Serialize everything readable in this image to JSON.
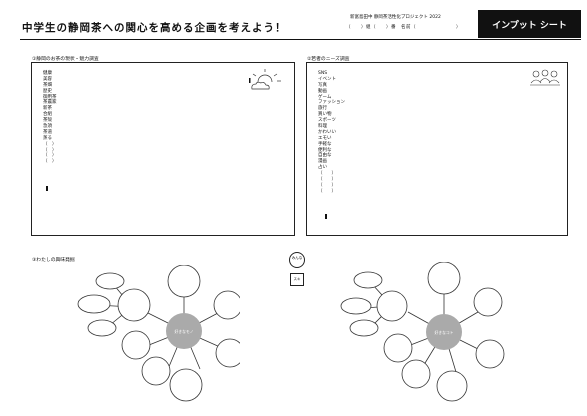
{
  "header": {
    "title": "中学生の静岡茶への関心を高める企画を考えよう！",
    "project": "新富島田中 静岡茶活性化プロジェクト 2022",
    "class_line": "（　　）組（　　）番　名前（　　　　　　　　）",
    "badge": "インプット シート"
  },
  "section1": {
    "label": "①静岡のお茶の現状・魅力調査",
    "items": [
      "健康",
      "美容",
      "茶畑",
      "歴史",
      "御用茶",
      "茶農家",
      "新茶",
      "合組",
      "茶殻",
      "急須",
      "茶道",
      "蒸る",
      "（　）",
      "（　）",
      "（　）",
      "（　）"
    ]
  },
  "section2": {
    "label": "②若者のニーズ調査",
    "items": [
      "SNS",
      "イベント",
      "写真",
      "動画",
      "ゲーム",
      "ファッション",
      "旅行",
      "買い物",
      "スポーツ",
      "料理",
      "かわいい",
      "エモい",
      "手軽な",
      "便利な",
      "自由な",
      "漫画",
      "占い",
      "（　　）",
      "（　　）",
      "（　　）",
      "（　　）"
    ]
  },
  "section3": {
    "label": "③わたしの興味発掘",
    "left_center": "好きなモノ",
    "right_center": "好きなコト",
    "sticker_top": "みんな",
    "sticker_bottom": "スキ"
  }
}
